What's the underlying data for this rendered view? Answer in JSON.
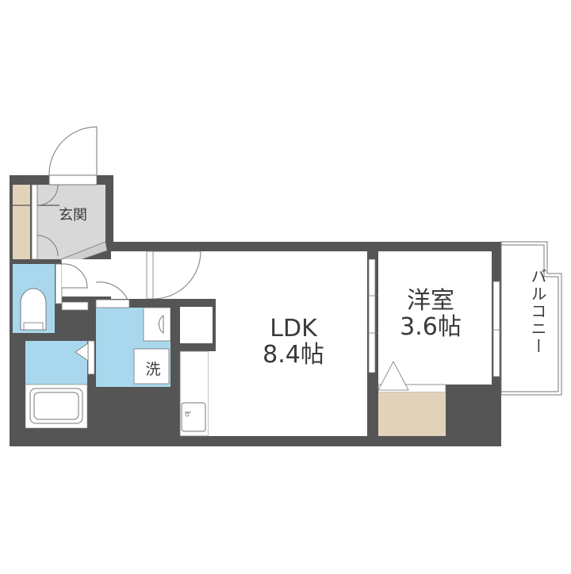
{
  "floor_plan": {
    "rooms": {
      "ldk": {
        "name": "LDK",
        "size": "8.4帖"
      },
      "western_room": {
        "name": "洋室",
        "size": "3.6帖"
      },
      "entrance": {
        "name": "玄関"
      },
      "laundry": {
        "name": "洗"
      },
      "balcony": {
        "name": "バルコニー"
      }
    },
    "colors": {
      "wall": "#555555",
      "wet_area": "#a9d8ee",
      "storage": "#e3d2ba",
      "entrance_floor": "#d8d8d8",
      "line": "#777777",
      "text": "#3a3a3a"
    }
  }
}
